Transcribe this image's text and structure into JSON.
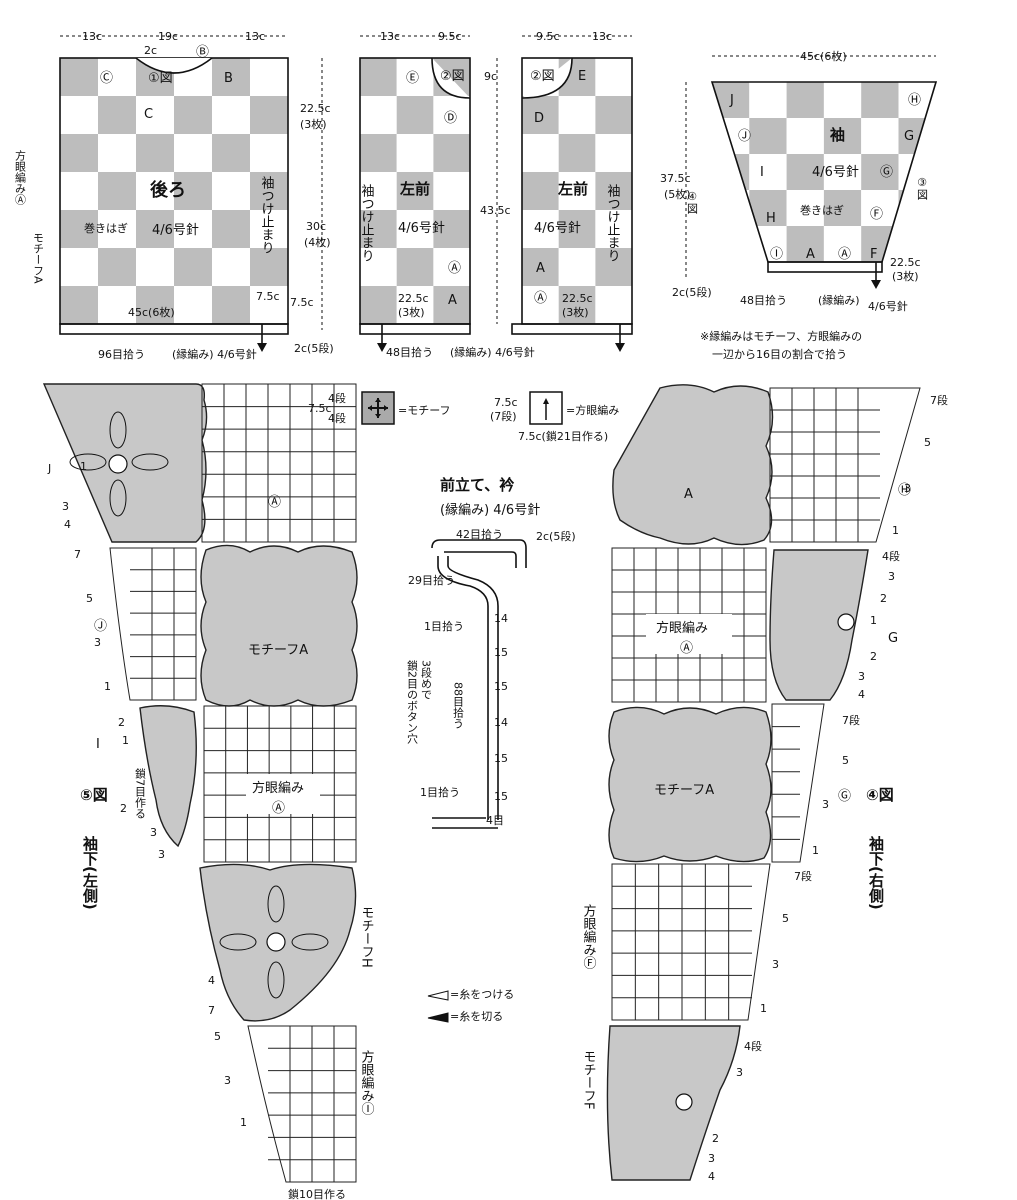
{
  "top": {
    "back": {
      "w_left": "13c",
      "w_mid": "19c",
      "w_right": "13c",
      "title": "後ろ",
      "needle": "4/6号針",
      "join": "巻きはぎ",
      "side_label_1": "方眼編みⒶ",
      "side_label_2": "モチーフA",
      "h1": "22.5c",
      "h1_n": "(3枚)",
      "h2": "30c",
      "h2_n": "(4枚)",
      "sleeve_stop": "袖つけ止まり",
      "bottom_w": "45c(6枚)",
      "pick": "96目拾う",
      "edge": "(縁編み) 4/6号針",
      "d1": "7.5c",
      "d2": "7.5c",
      "edge_h": "2c(5段)",
      "fig1": "①図",
      "b_circ": "Ⓑ",
      "c_circ": "Ⓒ",
      "b": "B",
      "c": "C",
      "two_c": "2c"
    },
    "left_front": {
      "w_left": "13c",
      "w_right": "9.5c",
      "title": "左前",
      "needle": "4/6号針",
      "fig2": "②図",
      "e": "Ⓔ",
      "d": "Ⓓ",
      "a": "Ⓐ",
      "a2": "A",
      "sleeve_stop": "袖つけ止まり",
      "bw": "22.5c",
      "bw_n": "(3枚)",
      "pick": "48目拾う",
      "edge": "(縁編み) 4/6号針"
    },
    "right_front": {
      "w_left": "9.5c",
      "w_right": "13c",
      "title": "左前",
      "needle": "4/6号針",
      "fig2": "②図",
      "e": "E",
      "d": "D",
      "a": "A",
      "a2": "Ⓐ",
      "sleeve_stop": "袖つけ止まり",
      "bw": "22.5c",
      "bw_n": "(3枚)",
      "h_total": "43.5c",
      "h_top": "9c"
    },
    "sleeve": {
      "w": "45c(6枚)",
      "title": "袖",
      "needle": "4/6号針",
      "join": "巻きはぎ",
      "h": "37.5c",
      "h_n": "(5枚)",
      "j": "J",
      "j2": "Ⓙ",
      "i": "I",
      "h_l": "H",
      "h_c": "Ⓗ",
      "g": "G",
      "g_c": "Ⓖ",
      "f_c": "Ⓕ",
      "f": "F",
      "i_c": "Ⓘ",
      "a": "A",
      "a_c": "Ⓐ",
      "fig4": "④図",
      "fig3": "③図",
      "edge_h": "2c(5段)",
      "pick": "48目拾う",
      "edge": "(縁編み)",
      "needle2": "4/6号針",
      "bw": "22.5c",
      "bw_n": "(3枚)",
      "note1": "※縁編みはモチーフ、方眼編みの",
      "note2": "一辺から16目の割合で拾う"
    }
  },
  "legend": {
    "motif_rows_a": "4段",
    "motif_rows_b": "4段",
    "motif_size": "7.5c",
    "motif_eq": "=モチーフ",
    "grid_size": "7.5c",
    "grid_rows": "(7段)",
    "grid_eq": "=方眼編み",
    "grid_chain": "7.5c(鎖21目作る)",
    "attach": "=糸をつける",
    "cut": "=糸を切る"
  },
  "collar": {
    "title": "前立て、衿",
    "sub": "(縁編み) 4/6号針",
    "pick42": "42目拾う",
    "edge_h": "2c(5段)",
    "pick29": "29目拾う",
    "pick1a": "1目拾う",
    "button": "鎖2目のボタン穴",
    "button2": "3段めで",
    "pick88": "88目拾う",
    "pick1b": "1目拾う",
    "rows": [
      "14",
      "15",
      "15",
      "14",
      "15",
      "15",
      "4目"
    ]
  },
  "left_fig": {
    "num": "⑤図",
    "title": "袖下(左側)",
    "j": "J",
    "j_c": "Ⓙ",
    "i": "I",
    "a_c": "Ⓐ",
    "motif_a": "モチーフA",
    "grid_a": "方眼編み",
    "motif_h": "モチーフH",
    "grid_i": "方眼編みⒾ",
    "chain7": "鎖7目作る",
    "chain10": "鎖10目作る",
    "r": [
      "1",
      "3",
      "4",
      "7",
      "5",
      "3",
      "1",
      "2",
      "1",
      "2",
      "3",
      "3",
      "4",
      "7",
      "5",
      "3",
      "1"
    ]
  },
  "right_fig": {
    "num": "④図",
    "title": "袖下(右側)",
    "a": "A",
    "h_c": "Ⓗ",
    "g": "G",
    "g_c": "Ⓖ",
    "grid": "方眼編み",
    "a_c": "Ⓐ",
    "motif_a": "モチーフA",
    "grid_f": "方眼編みⒻ",
    "motif_f": "モチーフF",
    "r7": "7段",
    "r4": "4段",
    "r": [
      "5",
      "3",
      "1",
      "3",
      "2",
      "1",
      "2",
      "3",
      "4",
      "5",
      "3",
      "1",
      "5",
      "3",
      "1",
      "3",
      "2",
      "3",
      "4"
    ]
  }
}
